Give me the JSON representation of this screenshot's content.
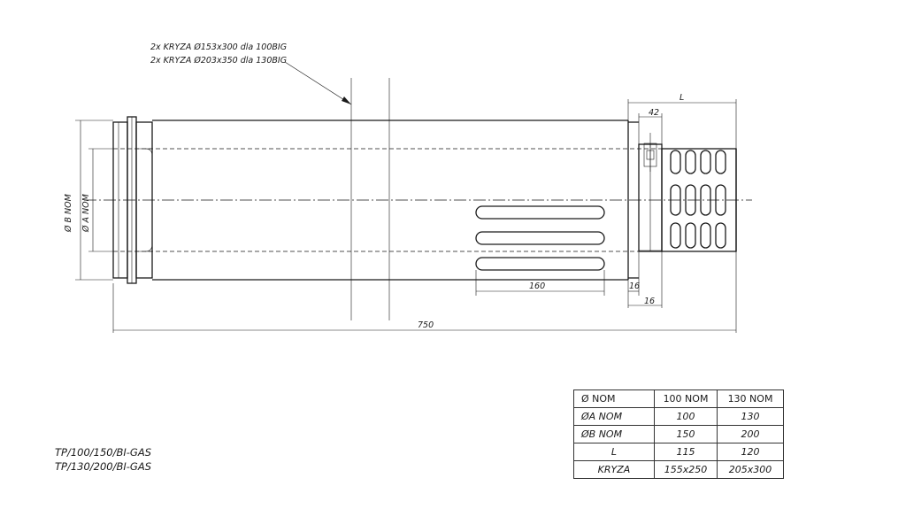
{
  "callout": {
    "line1": "2x KRYZA  Ø153x300 dla 100BIG",
    "line2": "2x KRYZA  Ø203x350 dla 130BIG"
  },
  "dimensions": {
    "length": "750",
    "slot_length": "160",
    "inner_offset": "16",
    "outer_offset": "16",
    "collar": "42",
    "end_length": "L",
    "diameter_b": "Ø B   NOM",
    "diameter_a": "Ø A   NOM"
  },
  "product_codes": [
    "TP/100/150/BI-GAS",
    "TP/130/200/BI-GAS"
  ],
  "spec_table": {
    "headers": [
      "Ø     NOM",
      "100 NOM",
      "130 NOM"
    ],
    "rows": [
      [
        "ØA  NOM",
        "100",
        "130"
      ],
      [
        "ØB  NOM",
        "150",
        "200"
      ],
      [
        "L",
        "115",
        "120"
      ],
      [
        "KRYZA",
        "155x250",
        "205x300"
      ]
    ]
  }
}
